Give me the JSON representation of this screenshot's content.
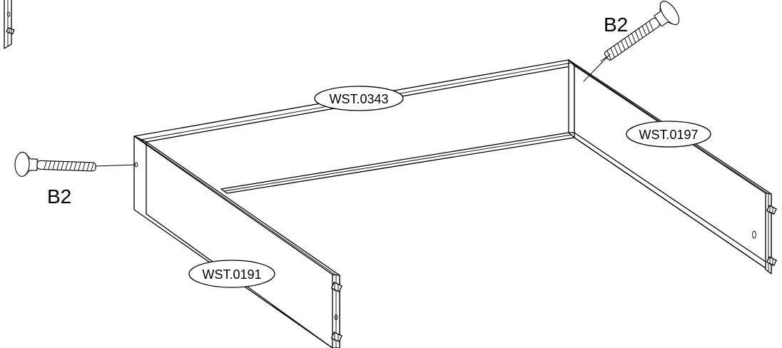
{
  "parts": {
    "back_panel": "WST.0343",
    "right_panel": "WST.0197",
    "left_panel": "WST.0191"
  },
  "fasteners": {
    "top_right": "B2",
    "left": "B2"
  }
}
